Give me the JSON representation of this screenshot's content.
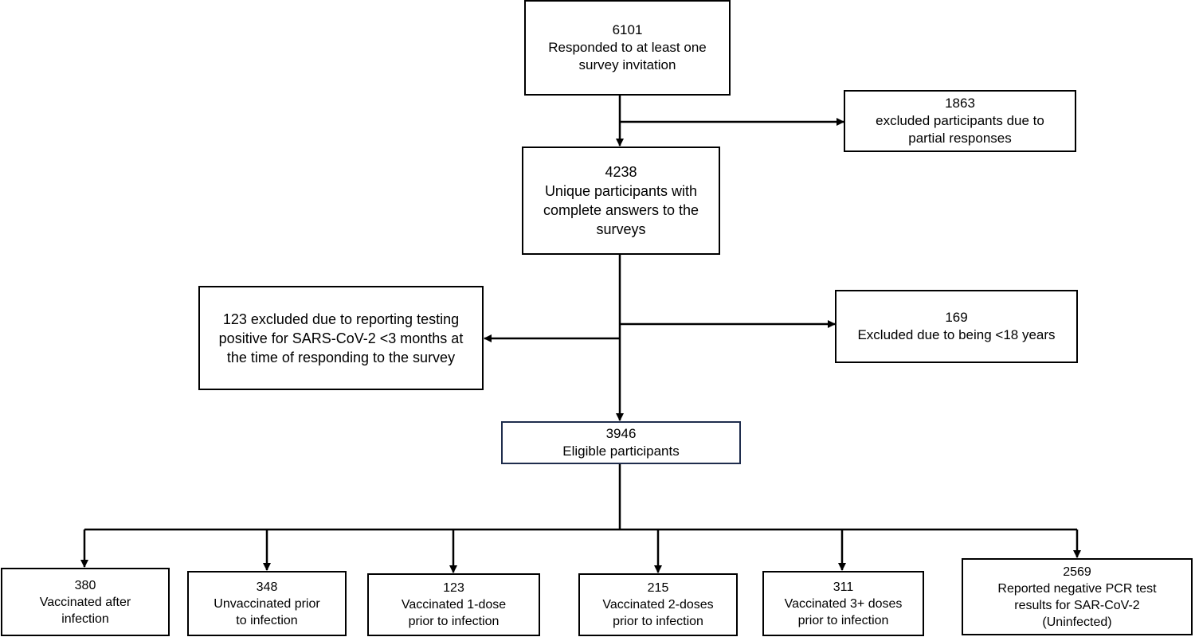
{
  "boxes": {
    "responded": {
      "lines": [
        "6101",
        "Responded to at least one",
        "survey invitation"
      ]
    },
    "excluded_partial": {
      "lines": [
        "1863",
        "excluded participants due to",
        "partial responses"
      ]
    },
    "unique": {
      "lines": [
        "4238",
        "Unique participants with",
        "complete answers to the",
        "surveys"
      ]
    },
    "excluded_positive": {
      "lines": [
        "123 excluded due to reporting testing",
        "positive for SARS-CoV-2 <3 months at",
        "the time of responding to the survey"
      ]
    },
    "excluded_age": {
      "lines": [
        "169",
        "Excluded due to being <18 years"
      ]
    },
    "eligible": {
      "lines": [
        "3946",
        "Eligible participants"
      ]
    },
    "vacc_after": {
      "lines": [
        "380",
        "Vaccinated after",
        "infection"
      ]
    },
    "unvacc_prior": {
      "lines": [
        "348",
        "Unvaccinated prior",
        "to  infection"
      ]
    },
    "vacc_1dose": {
      "lines": [
        "123",
        "Vaccinated 1-dose",
        "prior to infection"
      ]
    },
    "vacc_2dose": {
      "lines": [
        "215",
        "Vaccinated 2-doses",
        "prior to  infection"
      ]
    },
    "vacc_3dose": {
      "lines": [
        "311",
        "Vaccinated 3+ doses",
        "prior to infection"
      ]
    },
    "uninfected": {
      "lines": [
        "2569",
        "Reported negative PCR test",
        "results for SAR-CoV-2",
        "(Uninfected)"
      ]
    }
  }
}
